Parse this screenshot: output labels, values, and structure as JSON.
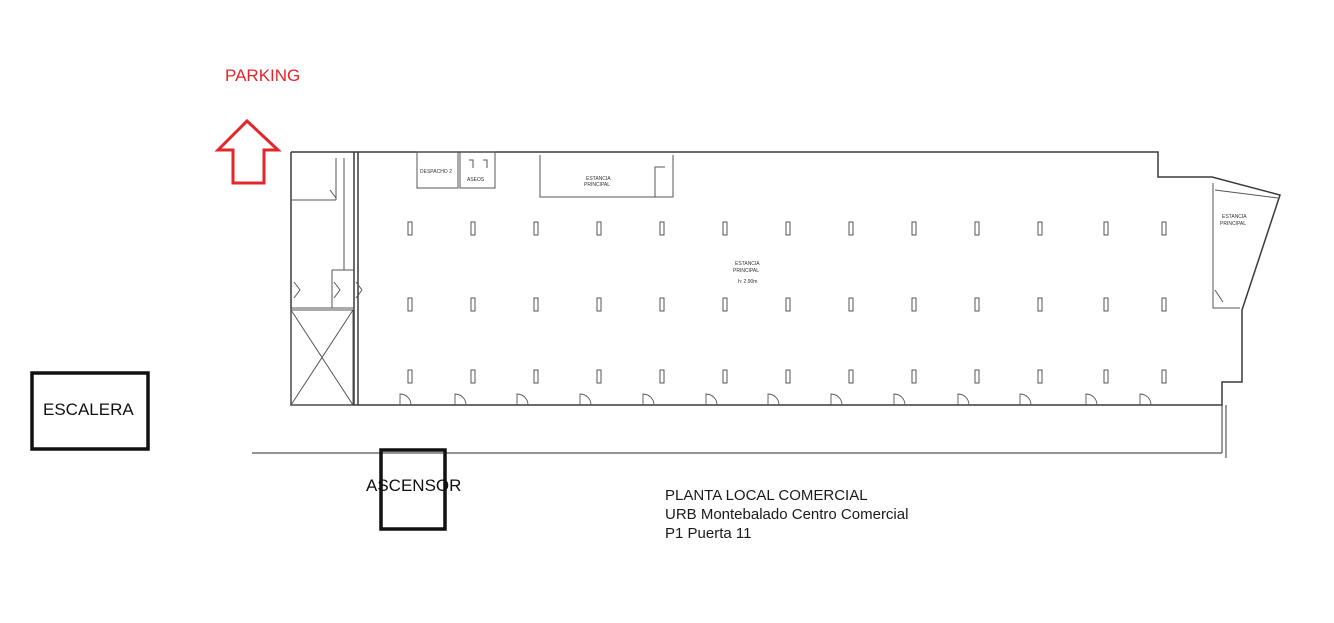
{
  "parking": {
    "label": "PARKING",
    "color": "#e3262b",
    "icon": "arrow-up-icon"
  },
  "escalera": {
    "label": "ESCALERA"
  },
  "ascensor": {
    "label": "ASCENSOR"
  },
  "rooms": {
    "despacho": "DESPACHO 2",
    "aseos": "ASEOS",
    "estancia_top": [
      "ESTANCIA",
      "PRINCIPAL"
    ],
    "estancia_main": [
      "ESTANCIA",
      "PRINCIPAL"
    ],
    "height_note": "h: 2.90m",
    "estancia_right": [
      "ESTANCIA",
      "PRINCIPAL"
    ]
  },
  "title_block": {
    "line1": "PLANTA LOCAL COMERCIAL",
    "line2": "URB Montebalado Centro Comercial",
    "line3": "P1 Puerta 11"
  },
  "colors": {
    "wall": "#3a3a3a",
    "box": "#111111"
  }
}
